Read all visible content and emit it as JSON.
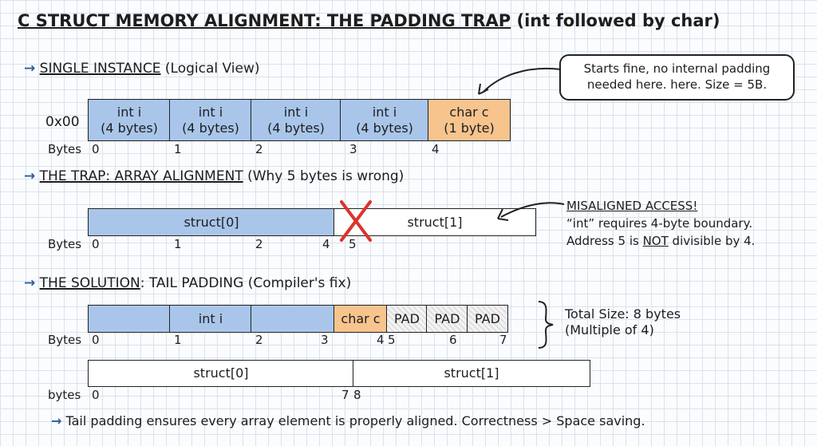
{
  "title": {
    "main": "C STRUCT MEMORY ALIGNMENT: THE PADDING TRAP",
    "paren": "(int followed by char)"
  },
  "section1": {
    "arrow": "→",
    "heading": "SINGLE INSTANCE",
    "sub": "(Logical View)",
    "address": "0x00",
    "bytes_label": "Bytes",
    "cells": [
      {
        "name": "int i",
        "size": "(4 bytes)"
      },
      {
        "name": "int i",
        "size": "(4 bytes)"
      },
      {
        "name": "int i",
        "size": "(4 bytes)"
      },
      {
        "name": "int i",
        "size": "(4 bytes)"
      },
      {
        "name": "char c",
        "size": "(1 byte)"
      }
    ],
    "ticks": [
      "0",
      "1",
      "2",
      "3",
      "4"
    ],
    "note_line1": "Starts fine, no internal padding",
    "note_line2": "needed here. here. Size = 5B."
  },
  "section2": {
    "arrow": "→",
    "heading": "THE TRAP: ARRAY ALIGNMENT",
    "sub": "(Why 5 bytes is wrong)",
    "bytes_label": "Bytes",
    "struct0": "struct[0]",
    "struct1": "struct[1]",
    "ticks": [
      "0",
      "1",
      "2",
      "4",
      "5"
    ],
    "mis_title": "MISALIGNED ACCESS!",
    "mis_line1": "“int” requires 4-byte boundary.",
    "mis_line2a": "Address 5 is ",
    "mis_line2b": "NOT",
    "mis_line2c": " divisible by 4."
  },
  "section3": {
    "arrow": "→",
    "heading": "THE SOLUTION",
    "sub": ": TAIL PADDING (Compiler's fix)",
    "bytes_label": "Bytes",
    "int_label": "int i",
    "char_label": "char c",
    "pad_labels": [
      "PAD",
      "PAD",
      "PAD"
    ],
    "ticks": [
      "0",
      "1",
      "2",
      "3",
      "4",
      "5",
      "6",
      "7"
    ],
    "total_line1": "Total Size: 8 bytes",
    "total_line2": "(Multiple of 4)",
    "bytes_label2": "bytes",
    "struct0": "struct[0]",
    "struct1": "struct[1]",
    "ticks2": [
      "0",
      "7",
      "8"
    ]
  },
  "footer": {
    "arrow": "→",
    "text": "Tail padding ensures every array element is properly aligned. Correctness > Space saving."
  },
  "colors": {
    "int_fill": "#a9c6ea",
    "char_fill": "#f7c48e",
    "arrow": "#2f5c9a",
    "cross": "#d9342b"
  }
}
